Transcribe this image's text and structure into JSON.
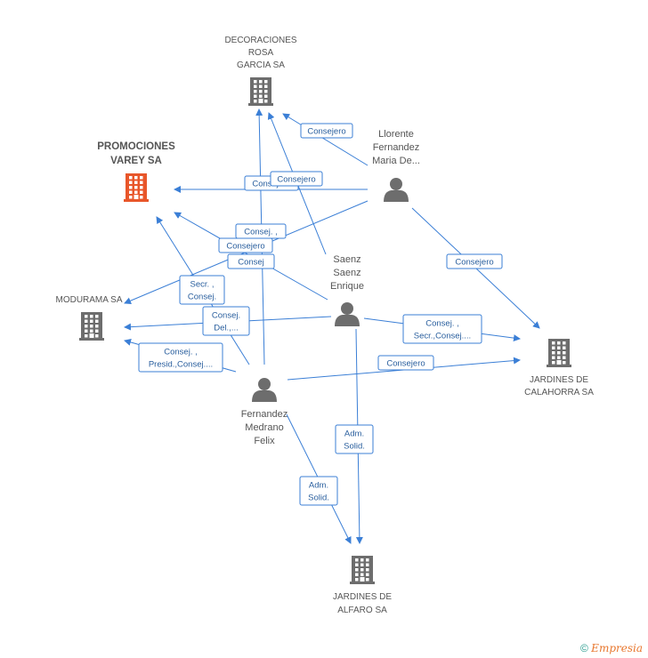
{
  "companies": [
    {
      "id": "decoraciones",
      "lines": [
        "DECORACIONES",
        "ROSA",
        "GARCIA SA"
      ],
      "highlight": false
    },
    {
      "id": "promociones",
      "lines": [
        "PROMOCIONES",
        "VAREY SA"
      ],
      "highlight": true
    },
    {
      "id": "modurama",
      "lines": [
        "MODURAMA SA"
      ],
      "highlight": false
    },
    {
      "id": "jardines-calahorra",
      "lines": [
        "JARDINES DE",
        "CALAHORRA SA"
      ],
      "highlight": false
    },
    {
      "id": "jardines-alfaro",
      "lines": [
        "JARDINES DE",
        "ALFARO SA"
      ],
      "highlight": false
    }
  ],
  "people": [
    {
      "id": "llorente",
      "lines": [
        "Llorente",
        "Fernandez",
        "Maria De..."
      ]
    },
    {
      "id": "saenz",
      "lines": [
        "Saenz",
        "Saenz",
        "Enrique"
      ]
    },
    {
      "id": "fernandez",
      "lines": [
        "Fernandez",
        "Medrano",
        "Felix"
      ]
    }
  ],
  "edge_labels": [
    {
      "id": "e1",
      "lines": [
        "Consejero"
      ]
    },
    {
      "id": "e2",
      "lines": [
        "Consejero"
      ]
    },
    {
      "id": "e3",
      "lines": [
        "Consejero"
      ]
    },
    {
      "id": "e4",
      "lines": [
        "Consejero"
      ]
    },
    {
      "id": "e5",
      "lines": [
        "Consej. ,"
      ]
    },
    {
      "id": "e6",
      "lines": [
        "Consejero"
      ]
    },
    {
      "id": "e7",
      "lines": [
        "Consej"
      ]
    },
    {
      "id": "e8",
      "lines": [
        "Secr. ,",
        "Consej."
      ]
    },
    {
      "id": "e9",
      "lines": [
        "Consej.",
        "Del.,..."
      ]
    },
    {
      "id": "e10",
      "lines": [
        "Consej. ,",
        "Secr.,Consej...."
      ]
    },
    {
      "id": "e11",
      "lines": [
        "Consej. ,",
        "Presid.,Consej...."
      ]
    },
    {
      "id": "e12",
      "lines": [
        "Consejero"
      ]
    },
    {
      "id": "e13",
      "lines": [
        "Adm.",
        "Solid."
      ]
    },
    {
      "id": "e14",
      "lines": [
        "Adm.",
        "Solid."
      ]
    }
  ],
  "footer": {
    "copyright": "©",
    "brand_first": "E",
    "brand_rest": "mpresia"
  },
  "colors": {
    "edge": "#3b7fd6",
    "icon": "#6d6d6d",
    "highlight": "#e8562a"
  }
}
